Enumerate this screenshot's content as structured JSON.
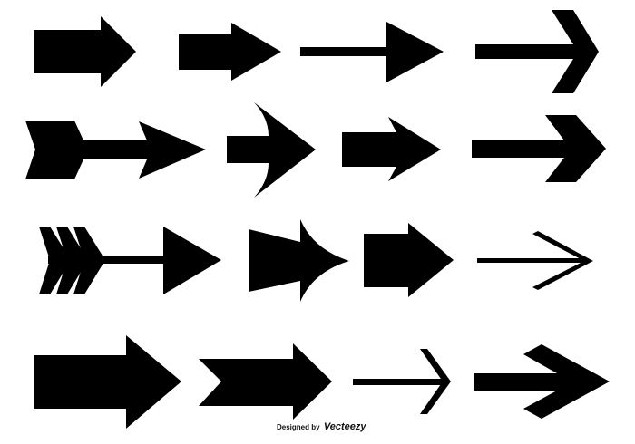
{
  "artwork": {
    "background": "#ffffff",
    "fill_color": "#000000",
    "rows": 4,
    "columns": 4,
    "arrows": [
      {
        "id": "r1c1",
        "style": "block-arrow"
      },
      {
        "id": "r1c2",
        "style": "block-arrow-short"
      },
      {
        "id": "r1c3",
        "style": "thin-shaft-triangle-head"
      },
      {
        "id": "r1c4",
        "style": "thick-chevron-head"
      },
      {
        "id": "r2c1",
        "style": "notched-tail-arrow"
      },
      {
        "id": "r2c2",
        "style": "curved-head-arrow"
      },
      {
        "id": "r2c3",
        "style": "swept-head-arrow"
      },
      {
        "id": "r2c4",
        "style": "chevron-head-arrow"
      },
      {
        "id": "r3c1",
        "style": "fletched-arrow"
      },
      {
        "id": "r3c2",
        "style": "tapered-curved-arrow"
      },
      {
        "id": "r3c3",
        "style": "pentagon-arrow"
      },
      {
        "id": "r3c4",
        "style": "line-open-head"
      },
      {
        "id": "r4c1",
        "style": "large-block-arrow"
      },
      {
        "id": "r4c2",
        "style": "notched-block-arrow"
      },
      {
        "id": "r4c3",
        "style": "line-chevron-head"
      },
      {
        "id": "r4c4",
        "style": "swept-chevron-arrow"
      }
    ]
  },
  "credit": {
    "prefix": "Designed by",
    "brand": "Vecteezy"
  }
}
